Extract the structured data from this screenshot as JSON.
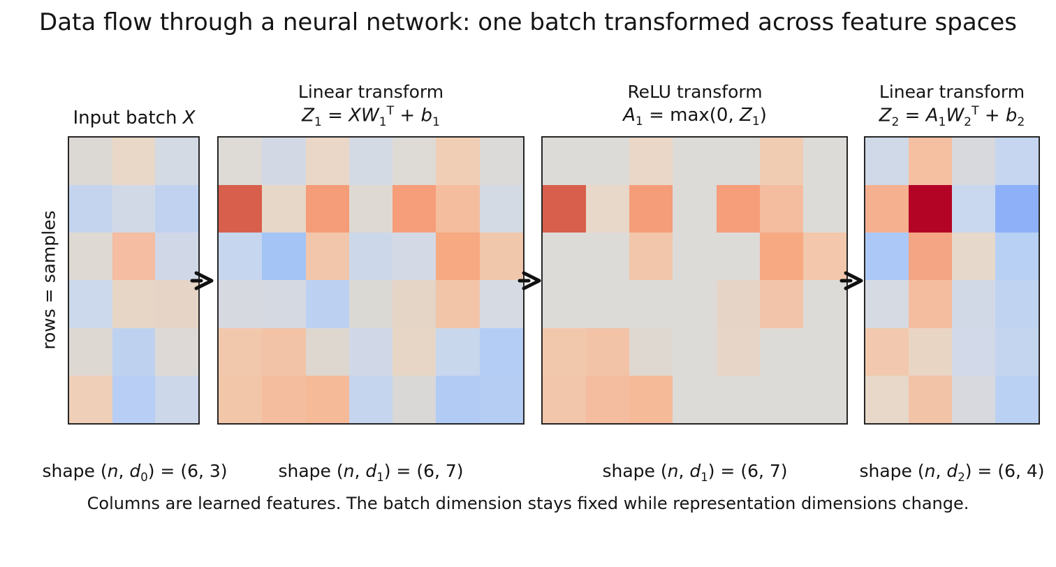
{
  "title": "Data flow through a neural network: one batch transformed across feature spaces",
  "ylabel": "rows = samples",
  "caption": "Columns are learned features. The batch dimension stays fixed while representation dimensions change.",
  "arrow_color": "#111111",
  "chart_data": {
    "type": "heatmap",
    "layout": "four heatmap panels left-to-right connected by arrows, shared row dimension n=6 samples",
    "colormap": "coolwarm (blue = negative, gray = zero, red = positive; values estimated, no colorbar shown)",
    "n_samples": 6,
    "panels": [
      {
        "id": "input",
        "title_line1": "",
        "title_line2": "Input batch *X*",
        "shape_label": "shape (*n*, *d*_{0}) = (6, 3)",
        "rows": 6,
        "cols": 3,
        "values": [
          [
            0.02,
            0.17,
            -0.1
          ],
          [
            -0.27,
            -0.12,
            -0.32
          ],
          [
            0.03,
            0.44,
            -0.14
          ],
          [
            -0.19,
            0.21,
            0.2
          ],
          [
            0.02,
            -0.35,
            0.01
          ],
          [
            0.3,
            -0.42,
            -0.18
          ]
        ],
        "colors": [
          [
            "#dcd9d4",
            "#e9d8c8",
            "#d3dae4"
          ],
          [
            "#c5d4ee",
            "#d2d9e6",
            "#c0d2f0"
          ],
          [
            "#ded9d2",
            "#f5bda1",
            "#d0d8e7"
          ],
          [
            "#ccd8ec",
            "#e7d6c5",
            "#e6d5c6"
          ],
          [
            "#ddd8d2",
            "#bed2f0",
            "#dcd9d6"
          ],
          [
            "#efcfb7",
            "#b8cef4",
            "#ccd7e9"
          ]
        ]
      },
      {
        "id": "linear1",
        "title_line1": "Linear transform",
        "title_line2": "*Z*_{1} = *XW*_{1}^{T} + *b*_{1}",
        "shape_label": "shape (*n*, *d*_{1}) = (6, 7)",
        "rows": 6,
        "cols": 7,
        "values": [
          [
            0.02,
            -0.1,
            0.18,
            -0.1,
            0.02,
            0.28,
            0.01
          ],
          [
            0.86,
            0.15,
            0.57,
            0.03,
            0.56,
            0.41,
            -0.09
          ],
          [
            -0.25,
            -0.6,
            0.35,
            -0.18,
            -0.09,
            0.5,
            0.34
          ],
          [
            -0.06,
            -0.08,
            -0.38,
            0.02,
            0.2,
            0.36,
            -0.07
          ],
          [
            0.33,
            0.38,
            0.05,
            -0.14,
            0.18,
            -0.23,
            -0.45
          ],
          [
            0.36,
            0.41,
            0.47,
            -0.26,
            0.01,
            -0.5,
            -0.44
          ]
        ],
        "colors": [
          [
            "#dedad6",
            "#d3d9e4",
            "#ead7c7",
            "#d4dae4",
            "#dedad5",
            "#f0cdb5",
            "#dcdad8"
          ],
          [
            "#d75f4c",
            "#e7d7c8",
            "#f59c78",
            "#ded9d2",
            "#f69d7a",
            "#f4bd9e",
            "#d4dae4"
          ],
          [
            "#c6d6ee",
            "#a4c4f6",
            "#f2c6ab",
            "#ccd8ea",
            "#d4dae5",
            "#f7a981",
            "#f1c7ac"
          ],
          [
            "#d6d9e0",
            "#d5dae2",
            "#bcd1f2",
            "#dbd9d4",
            "#e5d5c7",
            "#f2c5a9",
            "#d6dae2"
          ],
          [
            "#f2c8ad",
            "#f2c3a6",
            "#ddd7cf",
            "#d0d8e8",
            "#e7d6c6",
            "#c8d7ec",
            "#b4cdf4"
          ],
          [
            "#f2c6a9",
            "#f4bd9e",
            "#f5ba98",
            "#c6d5ee",
            "#d9d8d7",
            "#b1cbf5",
            "#b5cdf3"
          ]
        ]
      },
      {
        "id": "relu",
        "title_line1": "ReLU transform",
        "title_line2": "*A*_{1} = max(0, *Z*_{1})",
        "shape_label": "shape (*n*, *d*_{1}) = (6, 7)",
        "rows": 6,
        "cols": 7,
        "values": [
          [
            0.02,
            0,
            0.18,
            0,
            0.02,
            0.28,
            0.01
          ],
          [
            0.86,
            0.15,
            0.57,
            0.03,
            0.56,
            0.41,
            0
          ],
          [
            0,
            0,
            0.35,
            0,
            0,
            0.5,
            0.34
          ],
          [
            0,
            0,
            0,
            0.02,
            0.2,
            0.36,
            0
          ],
          [
            0.33,
            0.38,
            0.05,
            0,
            0.18,
            0,
            0
          ],
          [
            0.36,
            0.41,
            0.47,
            0,
            0.01,
            0,
            0
          ]
        ],
        "colors": [
          [
            "#dddbd8",
            "#dddbd8",
            "#ead7c7",
            "#dddbd8",
            "#dddbd8",
            "#f0ccb3",
            "#dddbd8"
          ],
          [
            "#d75f4c",
            "#e8d8c9",
            "#f59d79",
            "#dddbd8",
            "#f69d7a",
            "#f4bd9f",
            "#dddbd8"
          ],
          [
            "#dddbd8",
            "#dddbd8",
            "#f2c6ab",
            "#dddbd8",
            "#dddbd8",
            "#f7aa82",
            "#f2c7ac"
          ],
          [
            "#dddbd8",
            "#dddbd8",
            "#dddbd8",
            "#dddbd8",
            "#e6d5c7",
            "#f2c5aa",
            "#dddbd8"
          ],
          [
            "#f2c8ad",
            "#f2c3a7",
            "#ded8d0",
            "#dddbd8",
            "#e7d6c7",
            "#dddbd8",
            "#dddbd8"
          ],
          [
            "#f2c6aa",
            "#f4bd9f",
            "#f5ba98",
            "#dddbd8",
            "#dddbd8",
            "#dddbd8",
            "#dddbd8"
          ]
        ]
      },
      {
        "id": "linear2",
        "title_line1": "Linear transform",
        "title_line2": "*Z*_{2} = *A*_{1}*W*_{2}^{T} + *b*_{2}",
        "shape_label": "shape (*n*, *d*_{2}) = (6, 4)",
        "rows": 6,
        "cols": 4,
        "values": [
          [
            -0.14,
            0.42,
            -0.03,
            -0.26
          ],
          [
            0.52,
            1.0,
            -0.21,
            -0.64
          ],
          [
            -0.55,
            0.58,
            0.16,
            -0.42
          ],
          [
            -0.08,
            0.44,
            -0.11,
            -0.31
          ],
          [
            0.31,
            0.19,
            -0.12,
            -0.28
          ],
          [
            0.17,
            0.38,
            -0.05,
            -0.39
          ]
        ],
        "colors": [
          [
            "#cfd9e8",
            "#f5bfa2",
            "#d8d9dc",
            "#c6d6f0"
          ],
          [
            "#f5b090",
            "#b40426",
            "#c9d8ee",
            "#8db0f9"
          ],
          [
            "#abc8f7",
            "#f4a583",
            "#e6d8cb",
            "#b8d0f3"
          ],
          [
            "#d5dae3",
            "#f5bda0",
            "#d2d9e6",
            "#c0d4f1"
          ],
          [
            "#f2c9ae",
            "#e9d5c4",
            "#d2d9e8",
            "#c4d5f0"
          ],
          [
            "#e7d8c9",
            "#f3c3a7",
            "#d7d9de",
            "#bbd1f3"
          ]
        ]
      }
    ]
  }
}
